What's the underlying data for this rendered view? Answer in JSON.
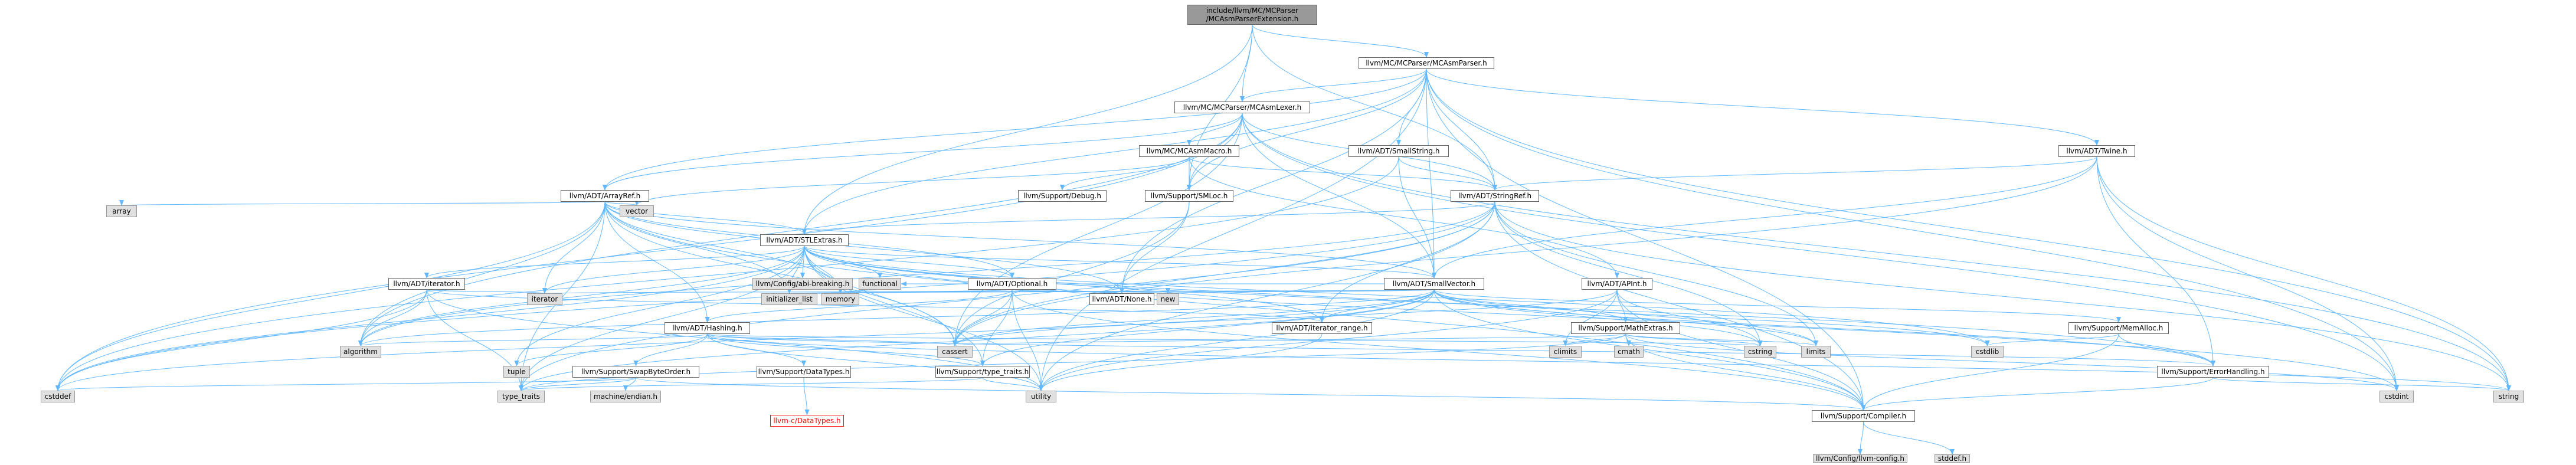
{
  "diagram": {
    "root_lines": [
      "include/llvm/MC/MCParser",
      "/MCAsmParserExtension.h"
    ],
    "nodes": {
      "MCAsmParser": "llvm/MC/MCParser/MCAsmParser.h",
      "MCAsmLexer": "llvm/MC/MCParser/MCAsmLexer.h",
      "MCAsmMacro": "llvm/MC/MCAsmMacro.h",
      "SmallString": "llvm/ADT/SmallString.h",
      "Twine": "llvm/ADT/Twine.h",
      "ArrayRef": "llvm/ADT/ArrayRef.h",
      "StringRef": "llvm/ADT/StringRef.h",
      "Debug": "llvm/Support/Debug.h",
      "SMLoc": "llvm/Support/SMLoc.h",
      "STLExtras": "llvm/ADT/STLExtras.h",
      "array": "array",
      "vector": "vector",
      "Iterator": "llvm/ADT/iterator.h",
      "Optional": "llvm/ADT/Optional.h",
      "AbiBreaking": "llvm/Config/abi-breaking.h",
      "functional": "functional",
      "SmallVector": "llvm/ADT/SmallVector.h",
      "APInt": "llvm/ADT/APInt.h",
      "iterator": "iterator",
      "Hashing": "llvm/ADT/Hashing.h",
      "initializer_list": "initializer_list",
      "memory": "memory",
      "ADTNone": "llvm/ADT/None.h",
      "new": "new",
      "iterator_range": "llvm/ADT/iterator_range.h",
      "MathExtras": "llvm/Support/MathExtras.h",
      "MemAlloc": "llvm/Support/MemAlloc.h",
      "algorithm": "algorithm",
      "tuple": "tuple",
      "SwapByteOrder": "llvm/Support/SwapByteOrder.h",
      "DataTypes": "llvm/Support/DataTypes.h",
      "type_traits_h": "llvm/Support/type_traits.h",
      "cassert": "cassert",
      "climits": "climits",
      "cmath": "cmath",
      "cstring": "cstring",
      "limits": "limits",
      "cstdlib": "cstdlib",
      "ErrorHandling": "llvm/Support/ErrorHandling.h",
      "cstddef": "cstddef",
      "type_traits": "type_traits",
      "machine_endian": "machine/endian.h",
      "c_DataTypes": "llvm-c/DataTypes.h",
      "utility": "utility",
      "Compiler": "llvm/Support/Compiler.h",
      "cstdint": "cstdint",
      "string": "string",
      "llvm_config": "llvm/Config/llvm-config.h",
      "stddef": "stddef.h"
    }
  },
  "colors": {
    "edge": "#63b8ff",
    "node_border": "#666666",
    "root_fill": "#999999",
    "ext_fill": "#e0e0e0",
    "missing": "#ff0000"
  }
}
